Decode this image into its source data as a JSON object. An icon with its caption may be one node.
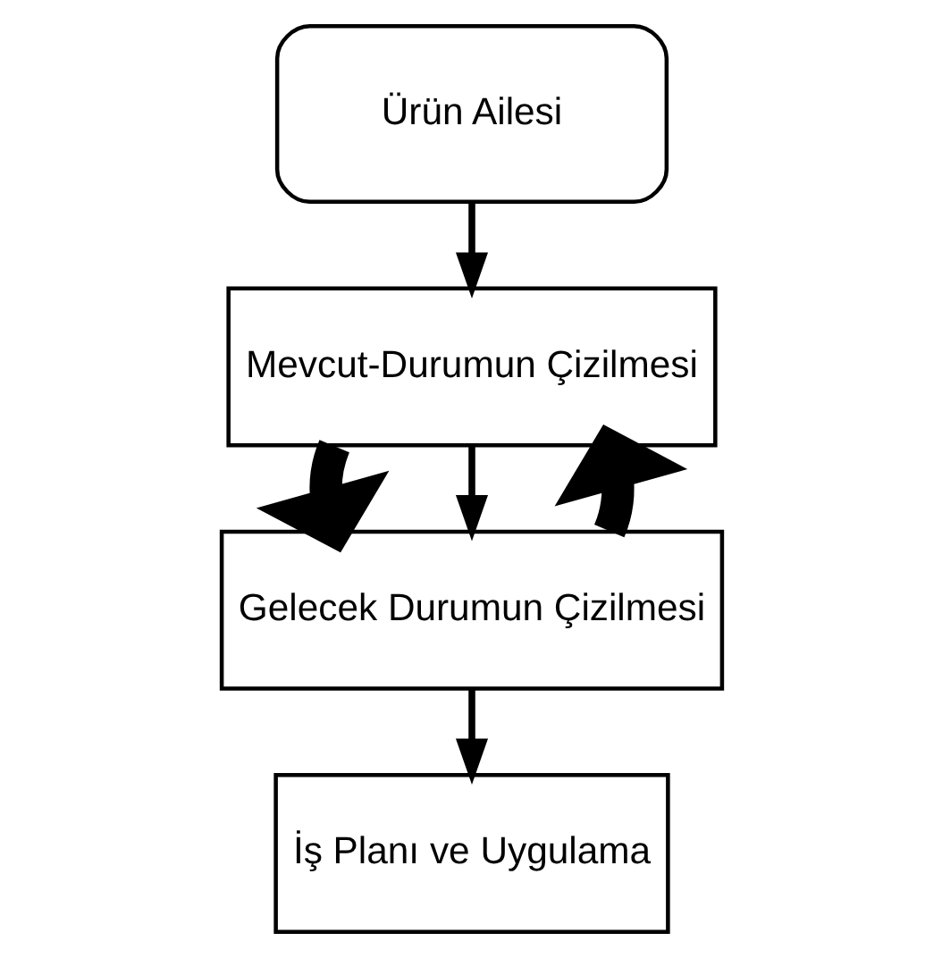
{
  "diagram": {
    "nodes": [
      {
        "text": [
          "Ürün Ailesi"
        ]
      },
      {
        "text": [
          "Mevcut-Durumun Çizilmesi"
        ]
      },
      {
        "text": [
          "Gelecek Durumun Çizilmesi"
        ]
      },
      {
        "text": [
          "İş Planı ve Uygulama"
        ]
      }
    ],
    "edges": [
      {
        "from": 0,
        "to": 1,
        "arrow": "to"
      },
      {
        "from": 1,
        "to": 2,
        "arrow": "to",
        "style": "thick"
      },
      {
        "from": 1,
        "to": 2,
        "arrow": "to"
      },
      {
        "from": 2,
        "to": 1,
        "arrow": "to",
        "style": "thick"
      },
      {
        "from": 2,
        "to": 3,
        "arrow": "to"
      }
    ]
  }
}
